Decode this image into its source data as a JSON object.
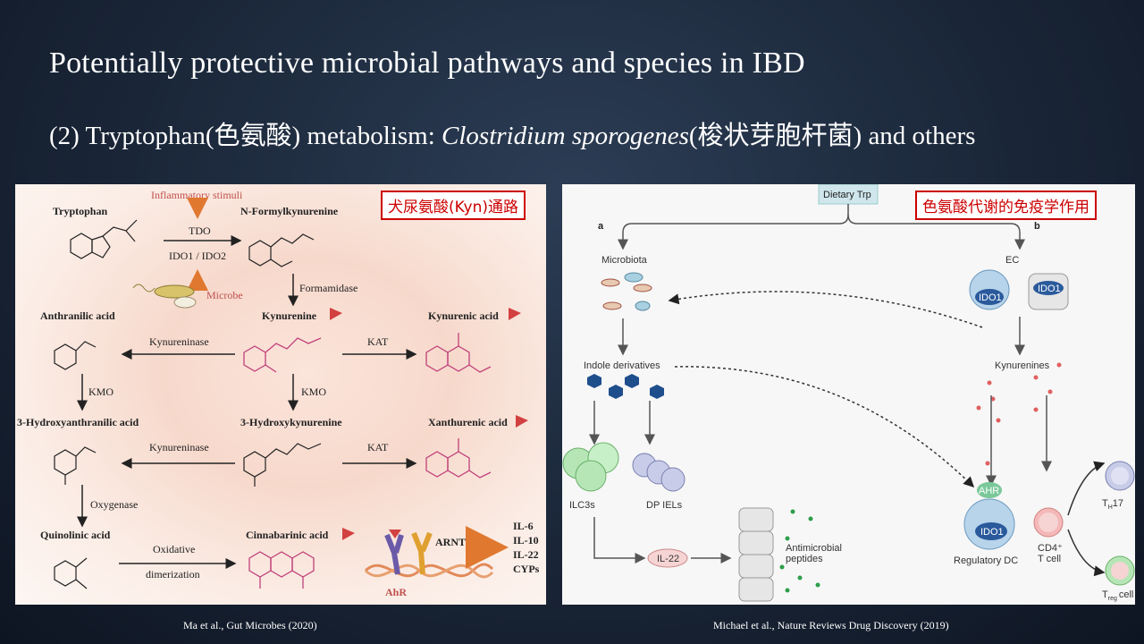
{
  "slide": {
    "title": "Potentially protective microbial pathways and species in IBD",
    "subtitle_prefix": "(2) Tryptophan(色氨酸) metabolism: ",
    "subtitle_species": "Clostridium sporogenes",
    "subtitle_suffix": "(梭状芽胞杆菌) and others"
  },
  "left_figure": {
    "tag": "犬尿氨酸(Kyn)通路",
    "citation": "Ma et al., Gut Microbes (2020)",
    "labels": {
      "inflammatory": "Inflammatory stimuli",
      "tryptophan": "Tryptophan",
      "n_formyl": "N-Formylkynurenine",
      "tdo": "TDO",
      "ido": "IDO1 / IDO2",
      "microbe": "Microbe",
      "formamidase": "Formamidase",
      "anthranilic": "Anthranilic acid",
      "kynurenine": "Kynurenine",
      "kynurenic": "Kynurenic acid",
      "kynureninase1": "Kynureninase",
      "kat1": "KAT",
      "kmo1": "KMO",
      "kmo2": "KMO",
      "hydroxyanthranilic": "3-Hydroxyanthranilic acid",
      "hydroxykynurenine": "3-Hydroxykynurenine",
      "xanthurenic": "Xanthurenic acid",
      "kynureninase2": "Kynureninase",
      "kat2": "KAT",
      "oxygenase": "Oxygenase",
      "quinolinic": "Quinolinic acid",
      "oxidative": "Oxidative",
      "dimerization": "dimerization",
      "cinnabarinic": "Cinnabarinic acid",
      "arnt": "ARNT",
      "ahr": "AhR",
      "out1": "IL-6",
      "out2": "IL-10",
      "out3": "IL-22",
      "out4": "CYPs"
    }
  },
  "right_figure": {
    "tag": "色氨酸代谢的免疫学作用",
    "citation": "Michael et al., Nature Reviews Drug Discovery (2019)",
    "labels": {
      "dietary": "Dietary Trp",
      "a": "a",
      "b": "b",
      "microbiota": "Microbiota",
      "ec": "EC",
      "ido_ec1": "IDO1",
      "ido_ec2": "IDO1",
      "indole": "Indole derivatives",
      "kynurenines": "Kynurenines",
      "ilc3s": "ILC3s",
      "dpiels": "DP IELs",
      "il22": "IL-22",
      "antimicrobial1": "Antimicrobial",
      "antimicrobial2": "peptides",
      "ahr": "AHR",
      "ido_dc": "IDO1",
      "regdc": "Regulatory DC",
      "cd4a": "CD4⁺",
      "cd4b": "T cell",
      "th17": "T",
      "th17_sub": "H",
      "th17_num": "17",
      "treg": "T",
      "treg_sub": "reg",
      "treg_cell": "cell"
    }
  },
  "colors": {
    "mol_black": "#222222",
    "mol_pink": "#c0407a",
    "mol_red": "#d24040",
    "arrow_orange": "#e07830",
    "hex_blue": "#1f4e8c",
    "dc_blue": "#5b8ec4",
    "dot_red": "#e06060",
    "dot_green": "#2e9e4a"
  }
}
